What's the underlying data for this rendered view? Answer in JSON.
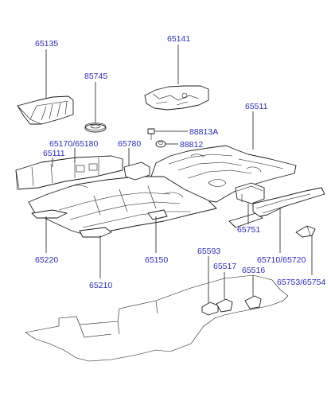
{
  "labels": {
    "p65135": "65135",
    "p85745": "85745",
    "p65141": "65141",
    "p65511": "65511",
    "p88813A": "88813A",
    "p88812": "88812",
    "p65170": "65170/65180",
    "p65111": "65111",
    "p65780": "65780",
    "p65220": "65220",
    "p65150": "65150",
    "p65210": "65210",
    "p65751": "65751",
    "p65710": "65710/65720",
    "p65593": "65593",
    "p65517": "65517",
    "p65516": "65516",
    "p65753": "65753/65754"
  },
  "colors": {
    "label": "#2a2ab8",
    "line": "#1a1a1a"
  }
}
